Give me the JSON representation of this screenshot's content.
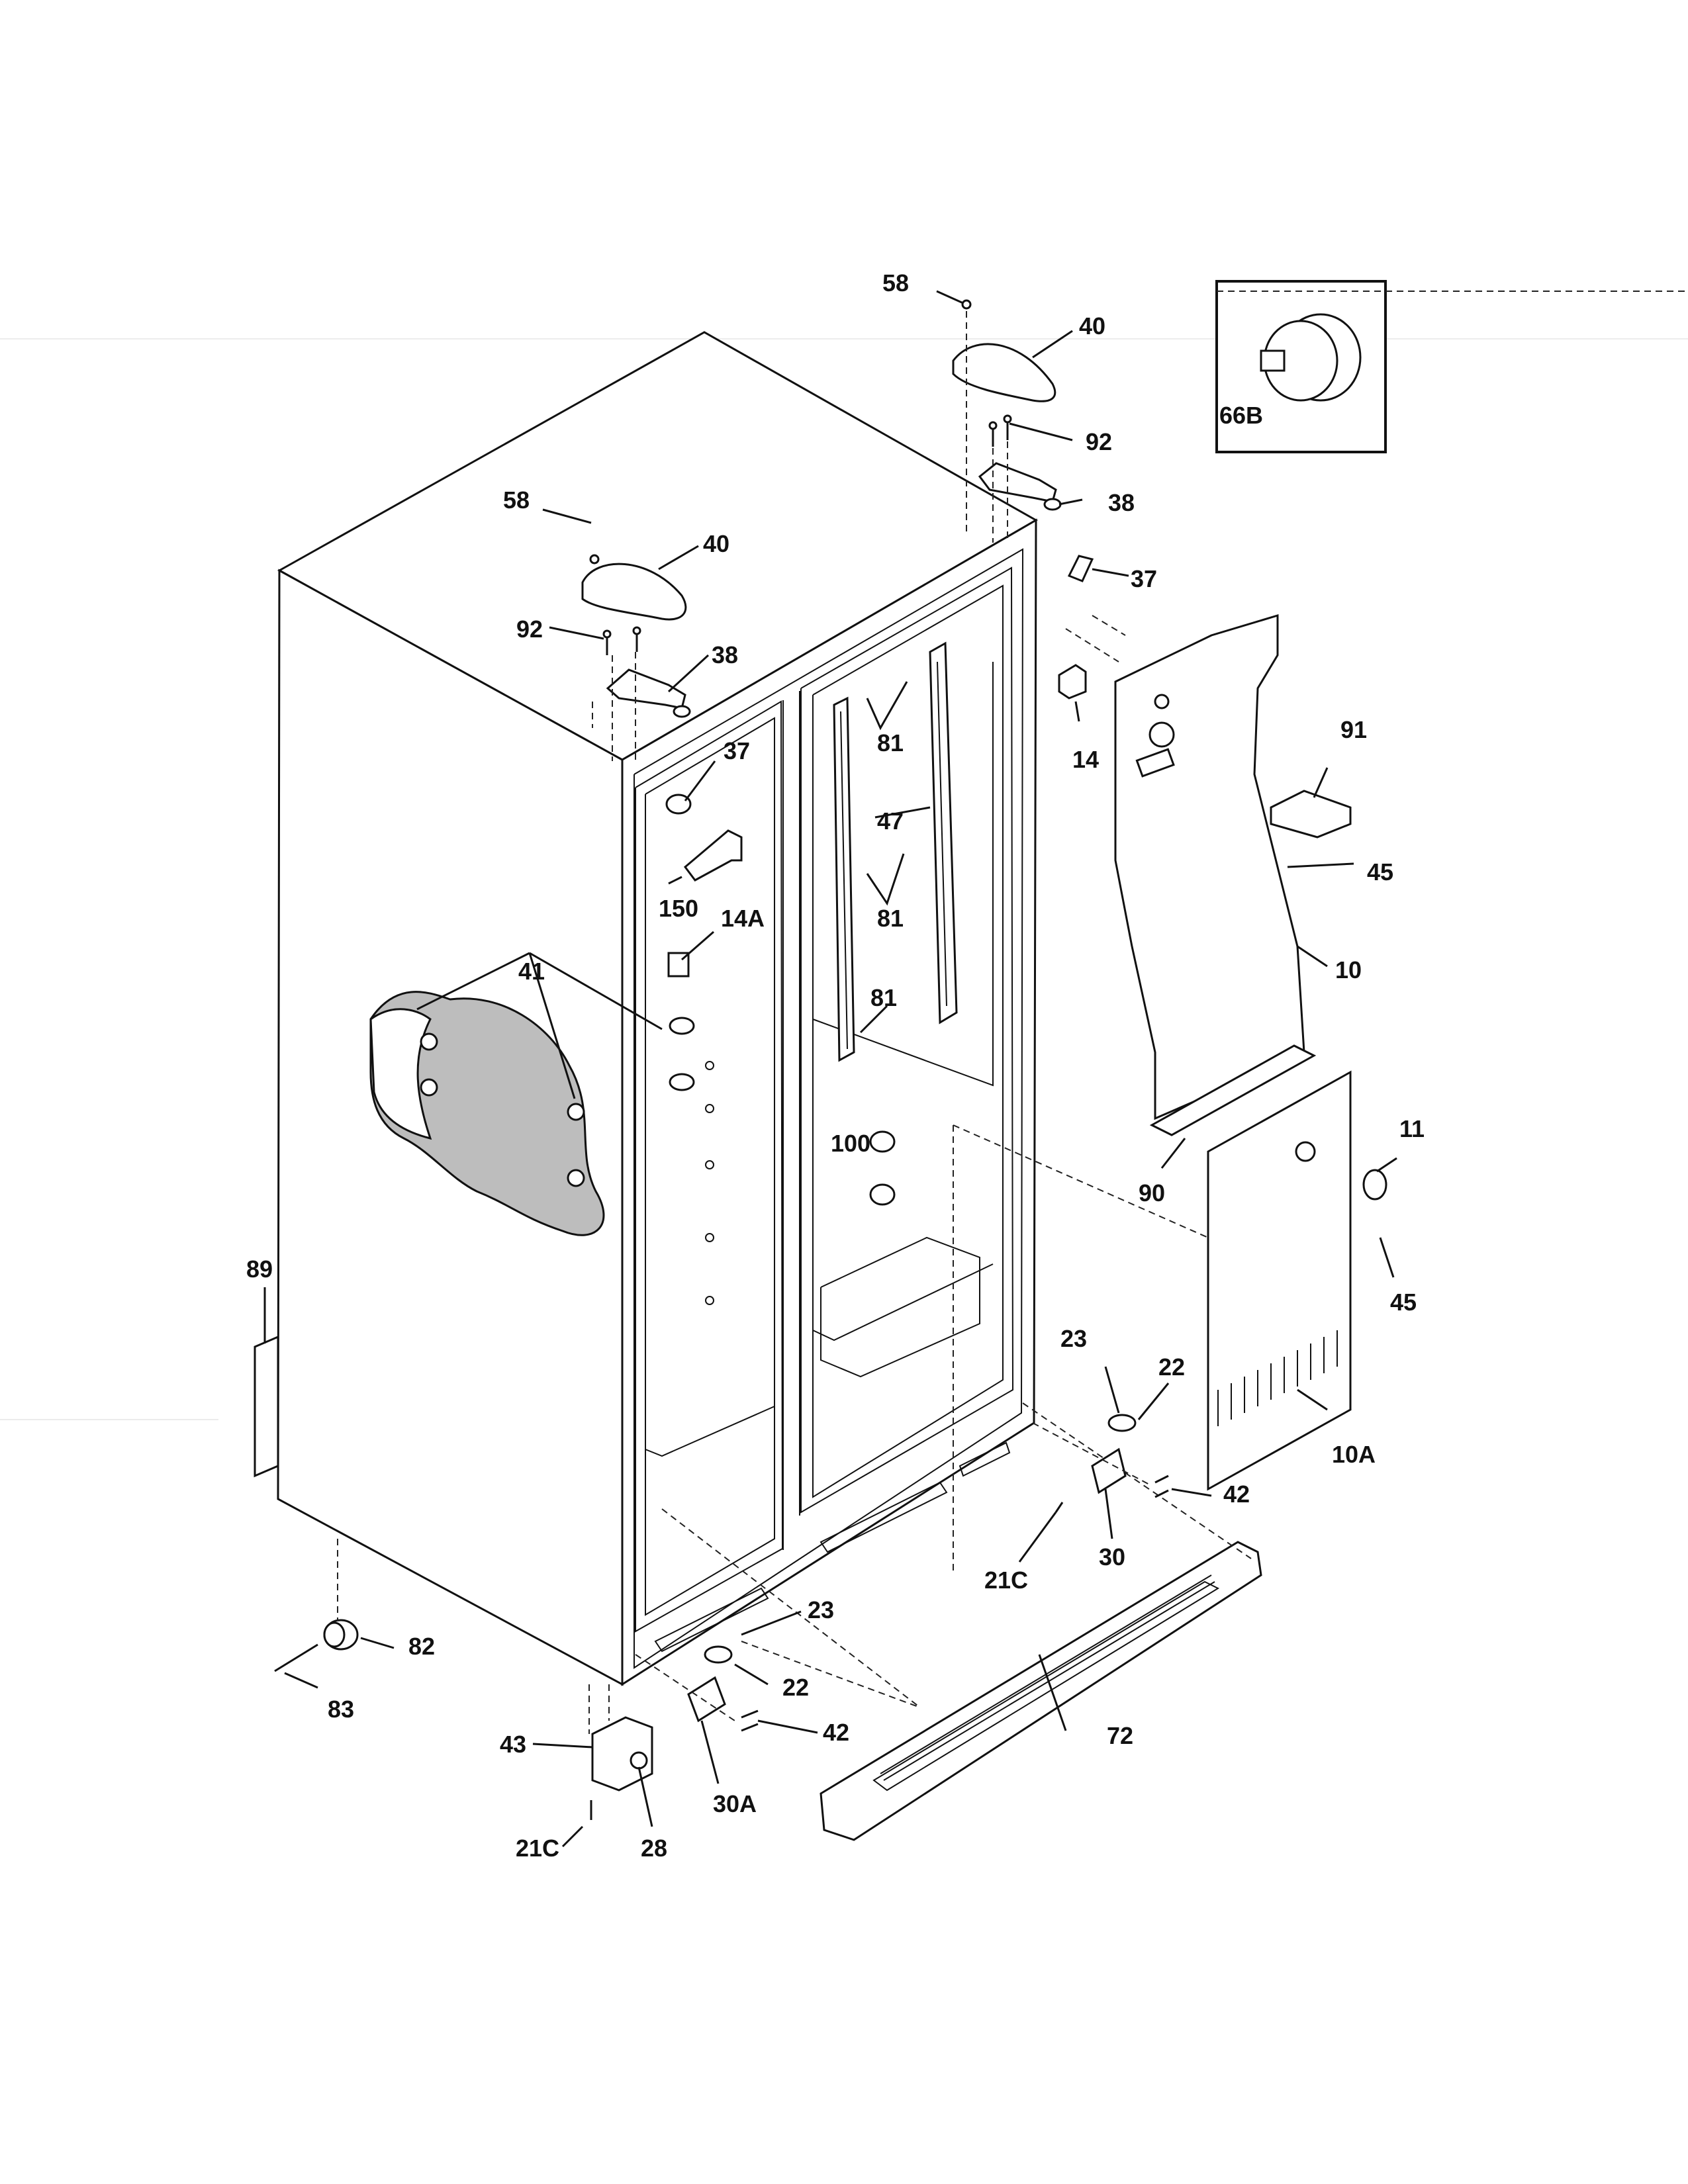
{
  "diagram": {
    "inset_label": "66B",
    "labels": {
      "p58_top": "58",
      "p40_top": "40",
      "p92_top": "92",
      "p38_top": "38",
      "p37_top": "37",
      "p58_left": "58",
      "p40_left": "40",
      "p92_left": "92",
      "p38_left": "38",
      "p37_mid": "37",
      "p81_a": "81",
      "p47": "47",
      "p81_b": "81",
      "p81_c": "81",
      "p150": "150",
      "p14A": "14A",
      "p14": "14",
      "p91": "91",
      "p45_a": "45",
      "p10": "10",
      "p41": "41",
      "p100": "100",
      "p11": "11",
      "p90": "90",
      "p45_b": "45",
      "p89": "89",
      "p23_a": "23",
      "p22_a": "22",
      "p10A": "10A",
      "p42_a": "42",
      "p30": "30",
      "p21C_a": "21C",
      "p23_b": "23",
      "p82": "82",
      "p22_b": "22",
      "p42_b": "42",
      "p83": "83",
      "p72": "72",
      "p43": "43",
      "p30A": "30A",
      "p21C_b": "21C",
      "p28": "28"
    }
  }
}
